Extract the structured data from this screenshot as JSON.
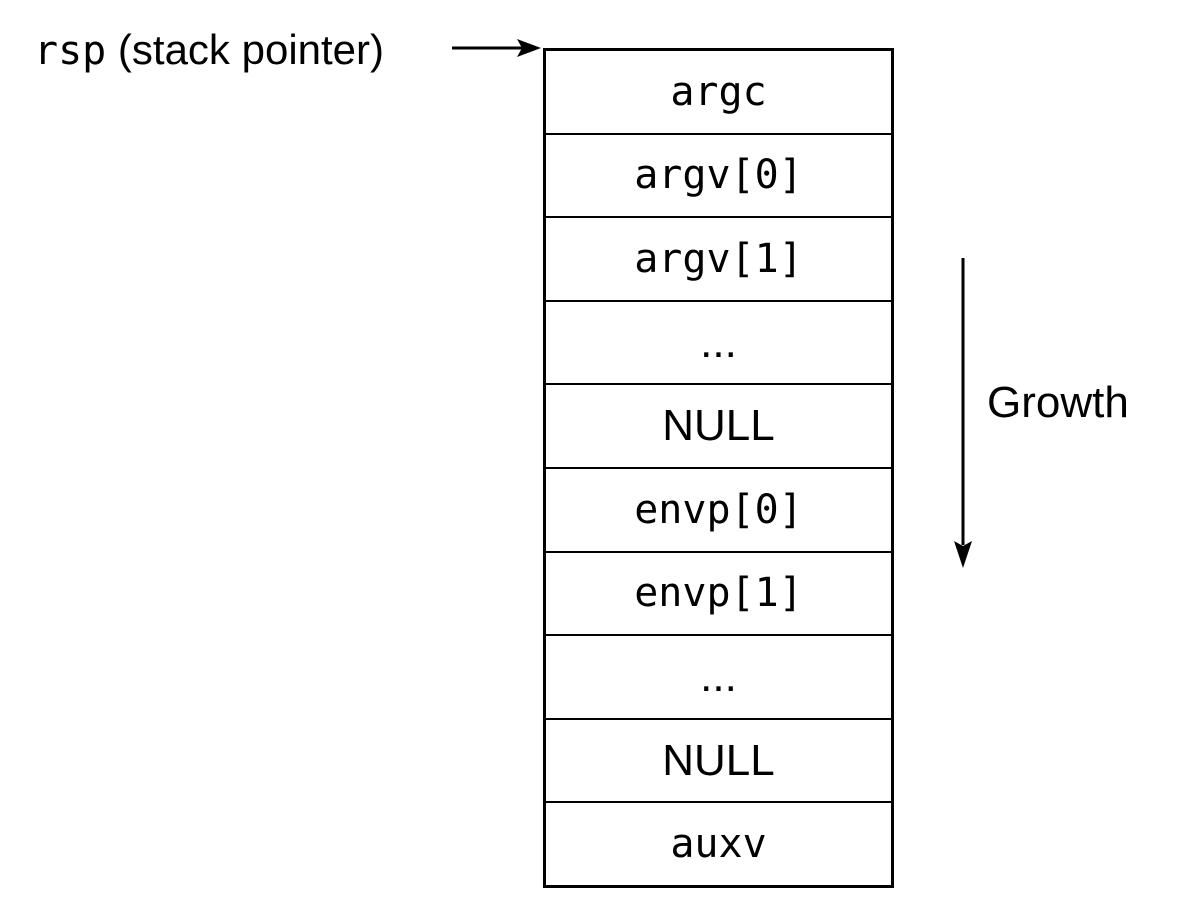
{
  "pointer": {
    "code": "rsp",
    "text": " (stack pointer)"
  },
  "stack": {
    "cells": [
      {
        "label": "argc",
        "font": "mono"
      },
      {
        "label": "argv[0]",
        "font": "mono"
      },
      {
        "label": "argv[1]",
        "font": "mono"
      },
      {
        "label": "...",
        "font": "sans"
      },
      {
        "label": "NULL",
        "font": "sans"
      },
      {
        "label": "envp[0]",
        "font": "mono"
      },
      {
        "label": "envp[1]",
        "font": "mono"
      },
      {
        "label": "...",
        "font": "sans"
      },
      {
        "label": "NULL",
        "font": "sans"
      },
      {
        "label": "auxv",
        "font": "mono"
      }
    ]
  },
  "growth": {
    "label": "Growth"
  }
}
